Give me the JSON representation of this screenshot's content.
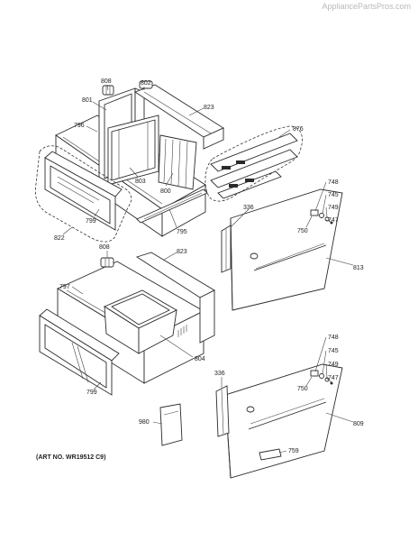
{
  "watermark": "AppliancePartsPros.com",
  "art_number": "(ART NO. WR19512 C9)",
  "callouts": [
    {
      "id": "c808a",
      "text": "808"
    },
    {
      "id": "c802",
      "text": "802"
    },
    {
      "id": "c801",
      "text": "801"
    },
    {
      "id": "c823a",
      "text": "823"
    },
    {
      "id": "c796",
      "text": "796"
    },
    {
      "id": "c876",
      "text": "876"
    },
    {
      "id": "c803",
      "text": "803"
    },
    {
      "id": "c800",
      "text": "800"
    },
    {
      "id": "c748a",
      "text": "748"
    },
    {
      "id": "c745a",
      "text": "745"
    },
    {
      "id": "c749a",
      "text": "749"
    },
    {
      "id": "c747a",
      "text": "747"
    },
    {
      "id": "c750a",
      "text": "750"
    },
    {
      "id": "c336a",
      "text": "336"
    },
    {
      "id": "c799a",
      "text": "799"
    },
    {
      "id": "c795",
      "text": "795"
    },
    {
      "id": "c822",
      "text": "822"
    },
    {
      "id": "c808b",
      "text": "808"
    },
    {
      "id": "c823b",
      "text": "823"
    },
    {
      "id": "c813",
      "text": "813"
    },
    {
      "id": "c797",
      "text": "797"
    },
    {
      "id": "c804",
      "text": "804"
    },
    {
      "id": "c799b",
      "text": "799"
    },
    {
      "id": "c748b",
      "text": "748"
    },
    {
      "id": "c745b",
      "text": "745"
    },
    {
      "id": "c749b",
      "text": "749"
    },
    {
      "id": "c747b",
      "text": "747"
    },
    {
      "id": "c750b",
      "text": "750"
    },
    {
      "id": "c336b",
      "text": "336"
    },
    {
      "id": "c809",
      "text": "809"
    },
    {
      "id": "c980",
      "text": "980"
    },
    {
      "id": "c759",
      "text": "759"
    }
  ]
}
